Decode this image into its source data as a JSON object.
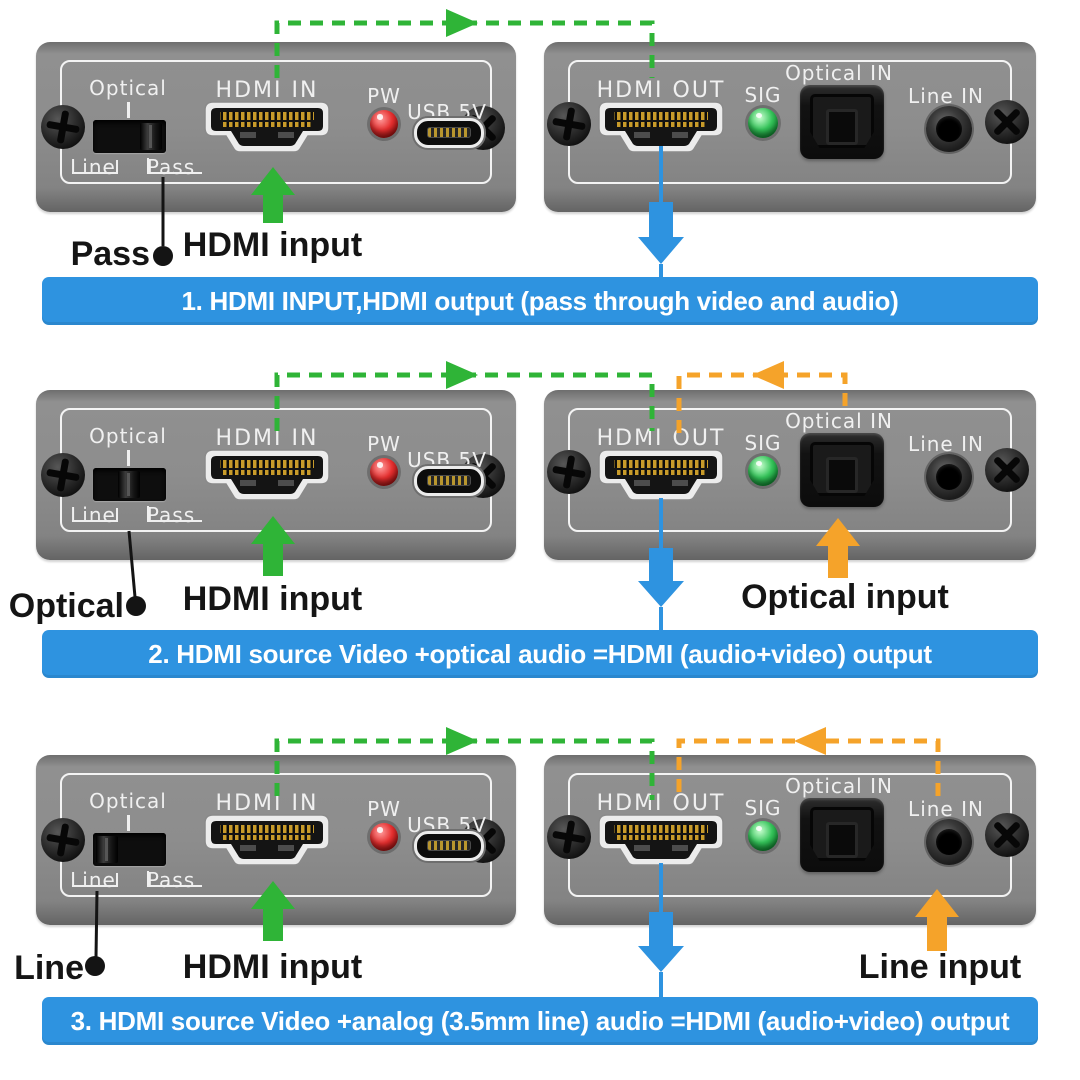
{
  "colors": {
    "green": "#2fb437",
    "orange": "#f5a32a",
    "blue": "#2e93e0",
    "panel": "#8c8c8c",
    "led_red": "#d42222",
    "led_green": "#22a648"
  },
  "panel_labels": {
    "optical": "Optical",
    "line": "Line",
    "pass": "Pass",
    "hdmi_in": "HDMI IN",
    "pw": "PW",
    "usb_5v": "USB 5V",
    "hdmi_out": "HDMI OUT",
    "sig": "SIG",
    "optical_in": "Optical IN",
    "line_in": "Line IN"
  },
  "rows": [
    {
      "caption": "1. HDMI INPUT,HDMI output (pass through video and audio)",
      "switch_callout": "Pass",
      "hdmi_input_label": "HDMI input"
    },
    {
      "caption": "2. HDMI source Video +optical audio =HDMI (audio+video) output",
      "switch_callout": "Optical",
      "hdmi_input_label": "HDMI input",
      "audio_input_label": "Optical input"
    },
    {
      "caption": "3. HDMI source Video +analog (3.5mm line) audio =HDMI (audio+video) output",
      "switch_callout": "Line",
      "hdmi_input_label": "HDMI input",
      "audio_input_label": "Line input"
    }
  ]
}
